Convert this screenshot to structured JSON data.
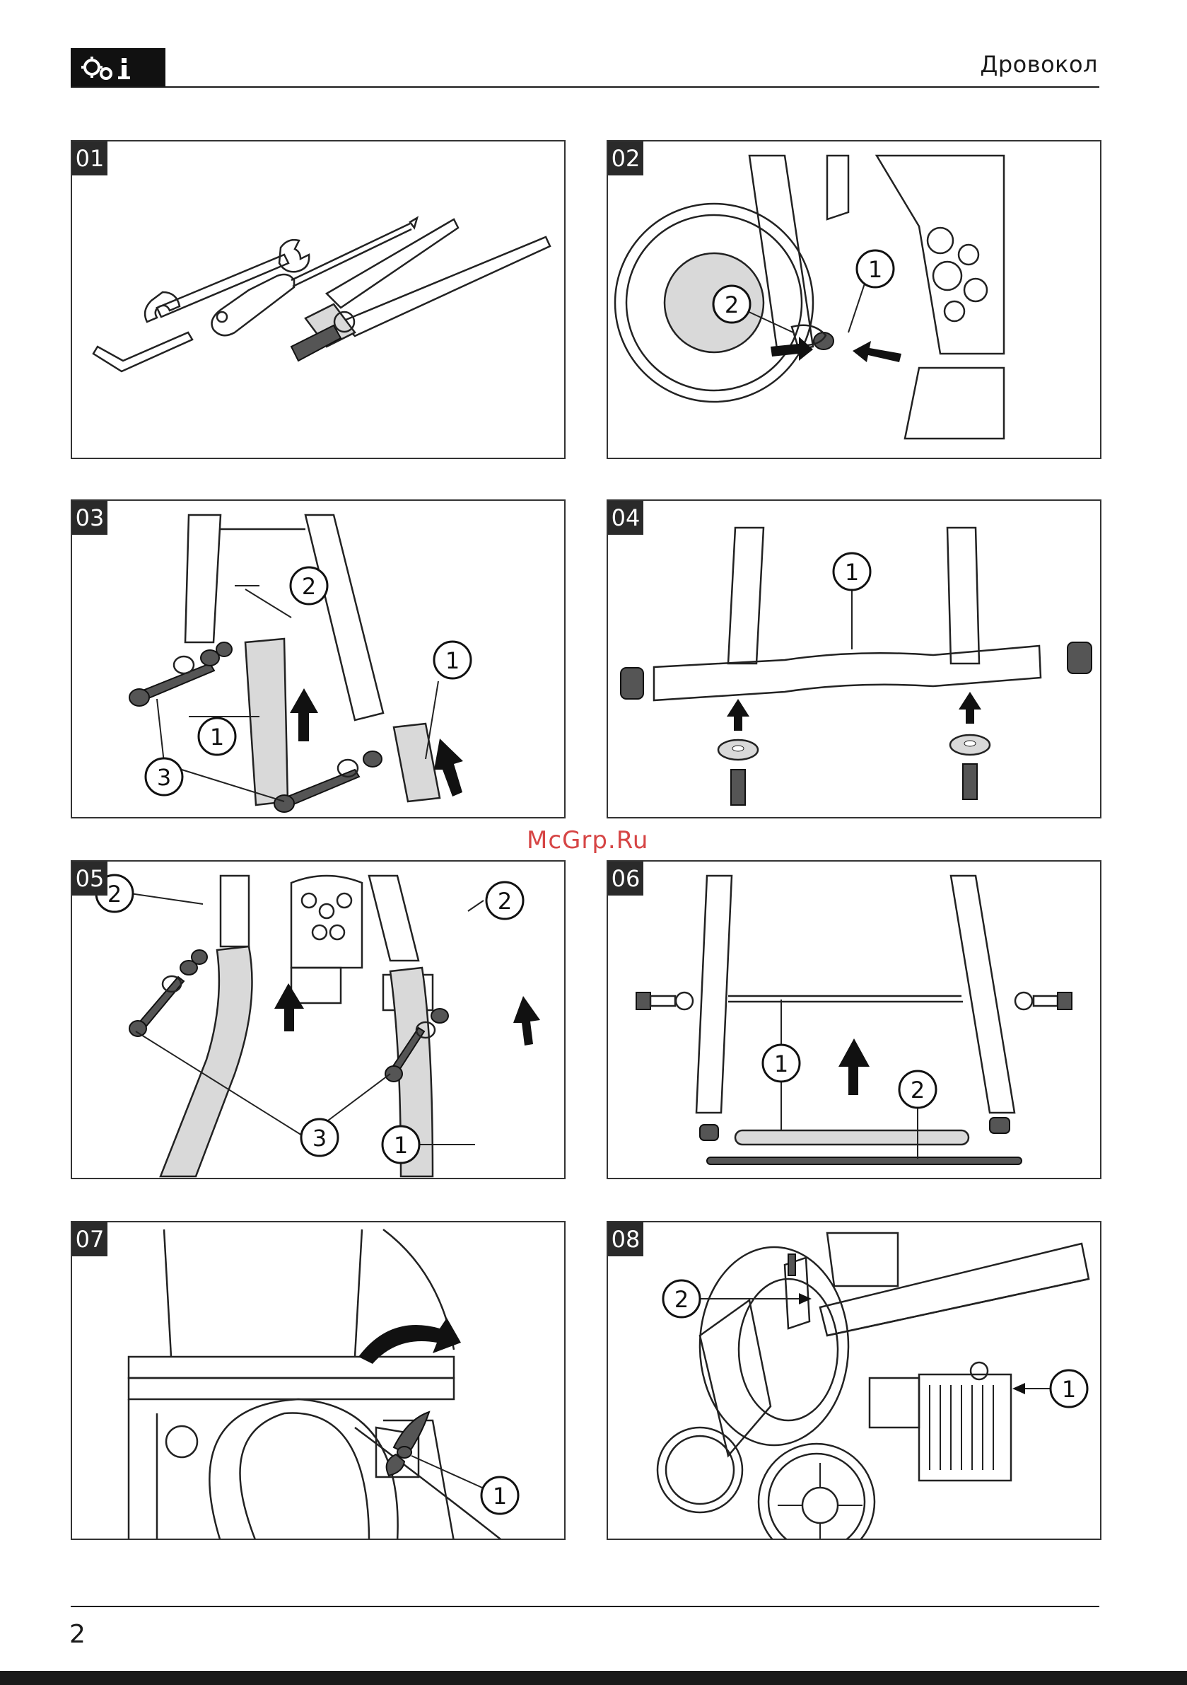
{
  "header": {
    "title": "Дровокол",
    "badge_icon": "gears-info-icon"
  },
  "panels": [
    {
      "number": "01",
      "callouts": []
    },
    {
      "number": "02",
      "callouts": [
        "1",
        "2"
      ]
    },
    {
      "number": "03",
      "callouts": [
        "2",
        "1",
        "1",
        "3"
      ]
    },
    {
      "number": "04",
      "callouts": [
        "1"
      ]
    },
    {
      "number": "05",
      "callouts": [
        "2",
        "2",
        "3",
        "1"
      ]
    },
    {
      "number": "06",
      "callouts": [
        "1",
        "2"
      ]
    },
    {
      "number": "07",
      "callouts": [
        "1"
      ]
    },
    {
      "number": "08",
      "callouts": [
        "2",
        "1"
      ]
    }
  ],
  "watermark": "McGrp.Ru",
  "footer": {
    "page_number": "2"
  }
}
